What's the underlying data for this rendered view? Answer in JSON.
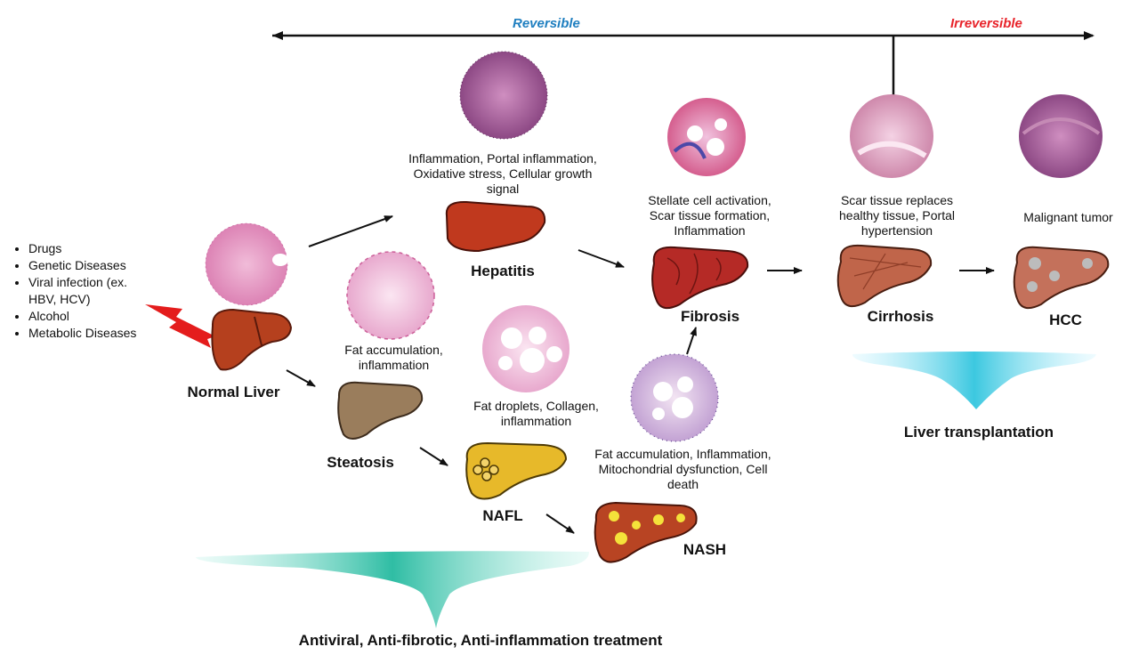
{
  "timeline": {
    "reversible_label": "Reversible",
    "irreversible_label": "Irreversible",
    "reversible_color": "#1f7fc0",
    "irreversible_color": "#e8232a"
  },
  "causes": {
    "items": [
      "Drugs",
      "Genetic Diseases",
      "Viral infection (ex. HBV, HCV)",
      "Alcohol",
      "Metabolic Diseases"
    ]
  },
  "stages": {
    "normal": {
      "label": "Normal Liver"
    },
    "hepatitis": {
      "label": "Hepatitis",
      "description": "Inflammation, Portal inflammation, Oxidative stress, Cellular growth signal"
    },
    "steatosis": {
      "label": "Steatosis",
      "description": "Fat accumulation, inflammation"
    },
    "nafl": {
      "label": "NAFL",
      "description": "Fat droplets, Collagen, inflammation"
    },
    "nash": {
      "label": "NASH",
      "description": "Fat accumulation, Inflammation, Mitochondrial dysfunction, Cell death"
    },
    "fibrosis": {
      "label": "Fibrosis",
      "description": "Stellate cell activation, Scar tissue formation, Inflammation"
    },
    "cirrhosis": {
      "label": "Cirrhosis",
      "description": "Scar tissue replaces healthy tissue, Portal hypertension"
    },
    "hcc": {
      "label": "HCC",
      "description": "Malignant tumor"
    }
  },
  "treatments": {
    "reversible": "Antiviral, Anti-fibrotic, Anti-inflammation treatment",
    "irreversible": "Liver transplantation"
  },
  "icons": [
    "lightning-bolt-icon",
    "liver-icon",
    "histology-image"
  ],
  "colors": {
    "accent_teal": "#3fc9b4",
    "liver_normal": "#b5401e",
    "liver_hepatitis": "#c0391e",
    "liver_steatosis": "#9a7d5c",
    "liver_fatty": "#e7b92a",
    "liver_fibrosis": "#b52a26",
    "liver_cirrhosis": "#c0654a",
    "histology_pink": "#e6a1c8",
    "histology_purple": "#b0508e"
  }
}
